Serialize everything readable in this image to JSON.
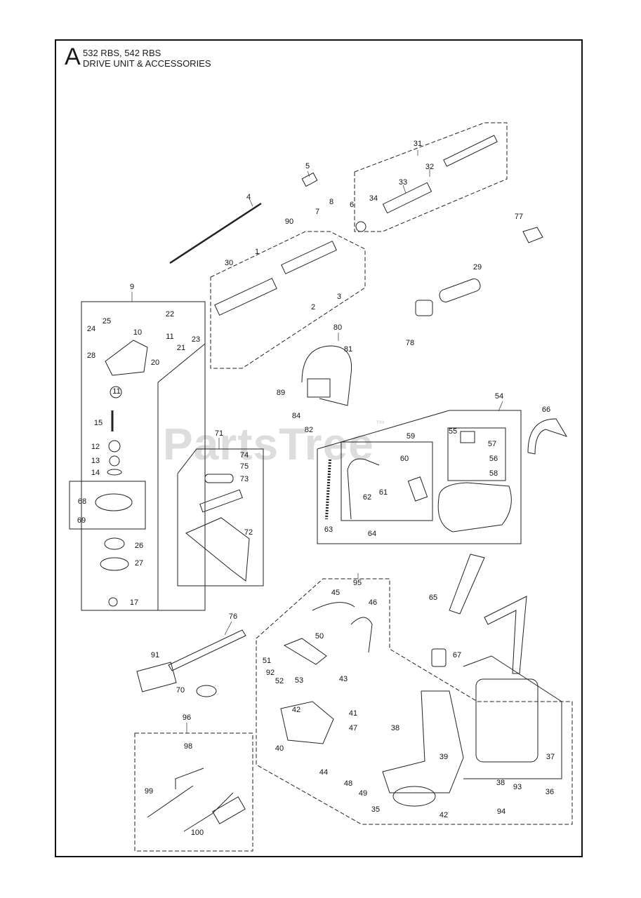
{
  "header": {
    "section_letter": "A",
    "models": "532 RBS, 542 RBS",
    "title": "DRIVE UNIT & ACCESSORIES"
  },
  "watermark": {
    "text": "PartsTree",
    "mark": "™"
  },
  "callouts": [
    "1",
    "2",
    "3",
    "4",
    "5",
    "6",
    "7",
    "8",
    "9",
    "10",
    "11",
    "11",
    "12",
    "13",
    "14",
    "15",
    "17",
    "20",
    "21",
    "22",
    "23",
    "24",
    "25",
    "26",
    "27",
    "28",
    "29",
    "30",
    "31",
    "32",
    "33",
    "34",
    "35",
    "36",
    "37",
    "38",
    "38",
    "39",
    "40",
    "41",
    "42",
    "42",
    "43",
    "44",
    "45",
    "46",
    "47",
    "48",
    "49",
    "50",
    "51",
    "52",
    "53",
    "54",
    "55",
    "56",
    "57",
    "58",
    "59",
    "60",
    "61",
    "62",
    "63",
    "64",
    "65",
    "66",
    "67",
    "68",
    "69",
    "70",
    "71",
    "72",
    "73",
    "74",
    "75",
    "76",
    "77",
    "78",
    "80",
    "81",
    "82",
    "84",
    "89",
    "90",
    "91",
    "92",
    "93",
    "94",
    "95",
    "96",
    "98",
    "99",
    "100"
  ]
}
